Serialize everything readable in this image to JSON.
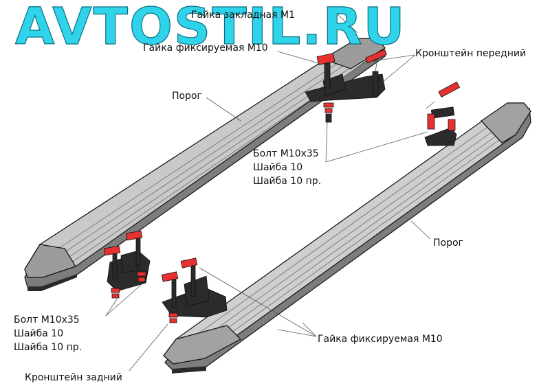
{
  "watermark": "AVTOSTIL.RU",
  "colors": {
    "watermark_fill": "#2fd4ea",
    "watermark_stroke": "#0b6f82",
    "rail_fill": "#b5b5b5",
    "rail_top": "#d2d2d2",
    "part_red": "#e83030",
    "metal_dark": "#2b2b2b"
  },
  "labels": {
    "nut_embedded": "Гайка закладная М1",
    "nut_fixed_top": "Гайка фиксируемая М10",
    "bracket_front": "Кронштейн передний",
    "sill_left": "Порог",
    "bolt_group_right": {
      "bolt": "Болт М10х35",
      "washer": "Шайба 10",
      "spring_washer": "Шайба 10 пр."
    },
    "sill_right": "Порог",
    "bolt_group_left": {
      "bolt": "Болт М10х35",
      "washer": "Шайба 10",
      "spring_washer": "Шайба 10 пр."
    },
    "nut_fixed_bottom": "Гайка фиксируемая М10",
    "bracket_rear": "Кронштейн задний"
  }
}
